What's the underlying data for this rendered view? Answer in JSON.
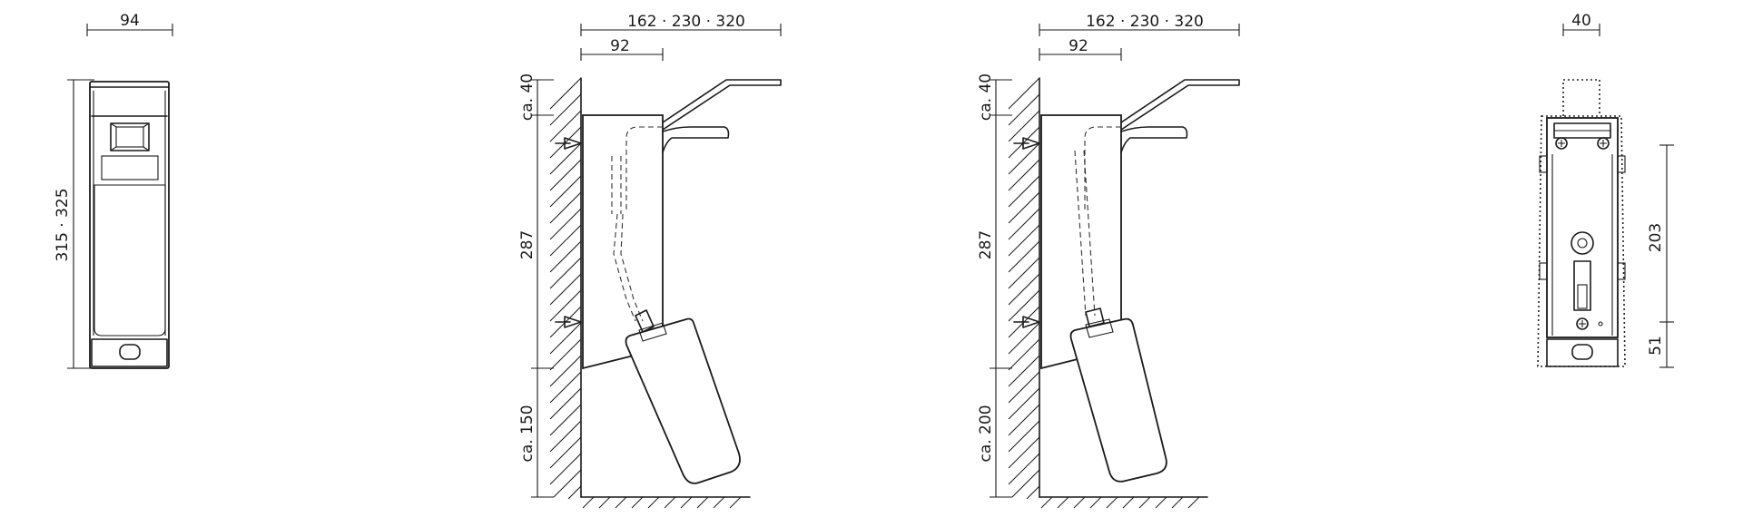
{
  "views": {
    "front": {
      "width_label": "94",
      "height_label": "315 · 325"
    },
    "side_a": {
      "top_label": "162 · 230 ·   320",
      "depth_label": "92",
      "above_label": "ca. 40",
      "height_label": "287",
      "below_label": "ca. 150"
    },
    "side_b": {
      "top_label": "162 · 230 ·   320",
      "depth_label": "92",
      "above_label": "ca. 40",
      "height_label": "287",
      "below_label": "ca. 200"
    },
    "back": {
      "width_label": "40",
      "upper_label": "203",
      "lower_label": "51"
    }
  }
}
